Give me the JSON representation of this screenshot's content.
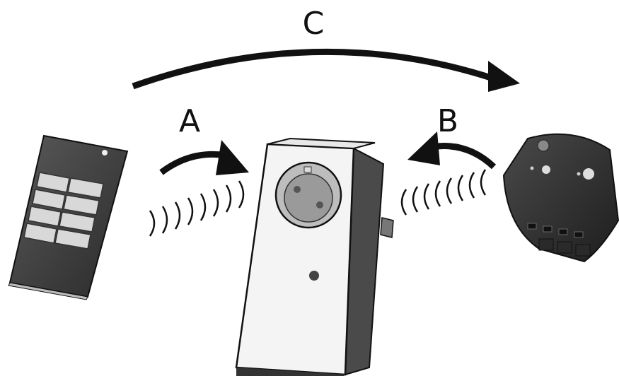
{
  "labels": {
    "a": "A",
    "b": "B",
    "c": "C"
  },
  "devices": [
    {
      "name": "remote-control",
      "icon": "remote-icon",
      "buttons": 8
    },
    {
      "name": "plug-in-receiver",
      "icon": "socket-plug-icon"
    },
    {
      "name": "flush-mounted-receiver",
      "icon": "flush-module-icon"
    }
  ],
  "colors": {
    "ink": "#111111",
    "device_dark": "#3a3a3a",
    "device_light": "#f4f4f4",
    "button_face": "#d8d8d8"
  }
}
